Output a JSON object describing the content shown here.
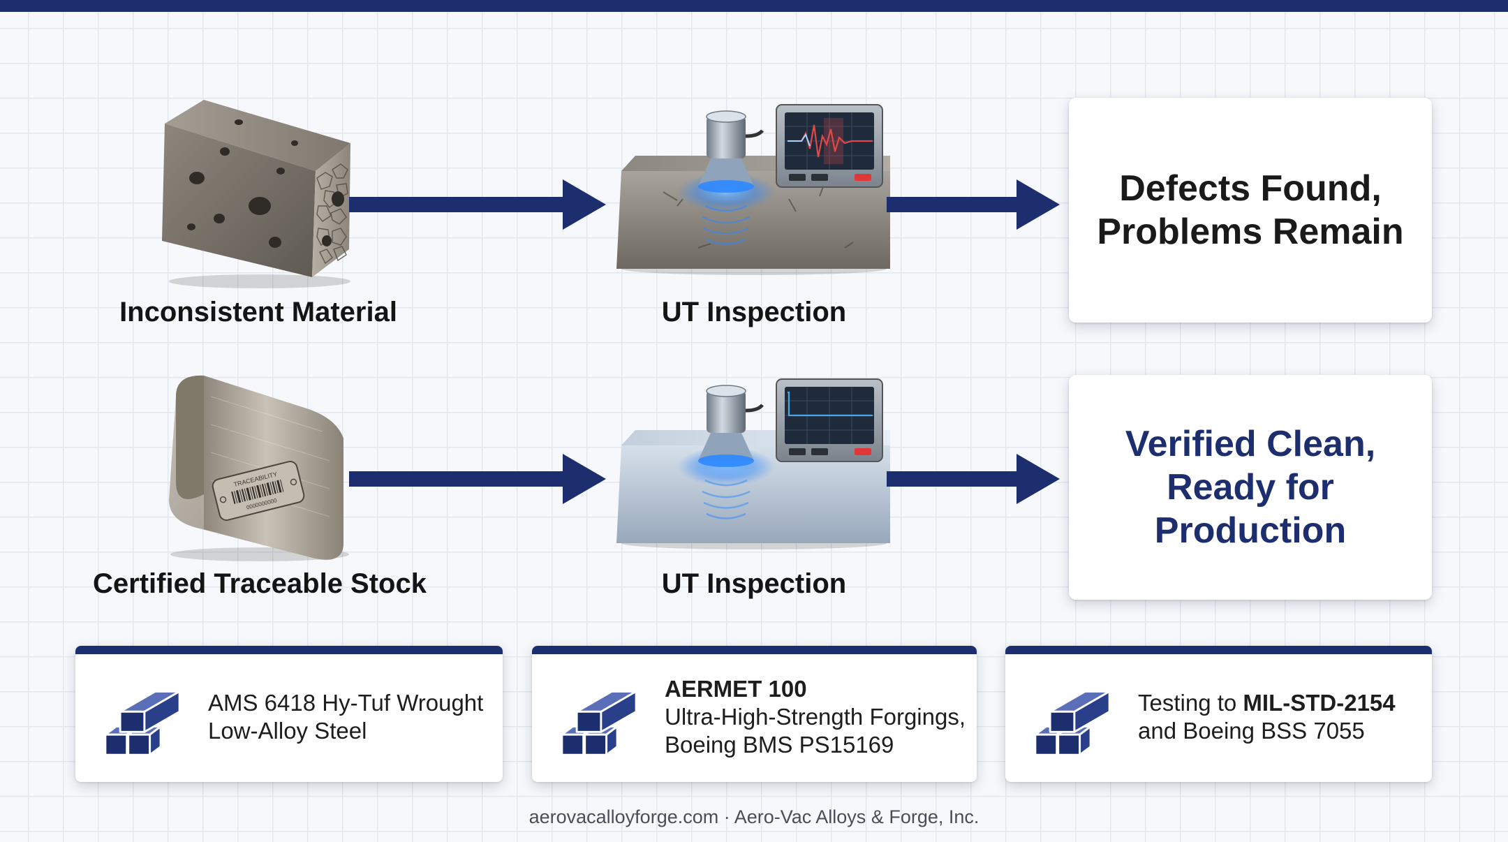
{
  "flow_rows": [
    {
      "material_label": "Inconsistent Material",
      "inspection_label": "UT Inspection",
      "result_text": "Defects Found, Problems Remain"
    },
    {
      "material_label": "Certified Traceable Stock",
      "inspection_label": "UT Inspection",
      "result_text": "Verified Clean, Ready for Production",
      "tag_text": "TRACEABILITY",
      "tag_code": "0000000000"
    }
  ],
  "info_cards": [
    {
      "icon": "steel-bars-icon",
      "line1": "AMS 6418 Hy-Tuf Wrought",
      "line2": "Low-Alloy Steel"
    },
    {
      "icon": "steel-bars-icon",
      "title": "AERMET 100",
      "line1": "Ultra-High-Strength Forgings,",
      "line2": "Boeing BMS PS15169"
    },
    {
      "icon": "steel-bars-icon",
      "line1_prefix": "Testing to ",
      "line1_bold": "MIL-STD-2154",
      "line2": "and Boeing BSS 7055"
    }
  ],
  "footer": "aerovacalloyforge.com · Aero-Vac Alloys & Forge, Inc.",
  "colors": {
    "navy": "#1c2e6e",
    "scope_bad_trace": "#e04848",
    "scope_good_trace": "#4aa8e8",
    "ultrasound_glow": "#2e88ff"
  }
}
